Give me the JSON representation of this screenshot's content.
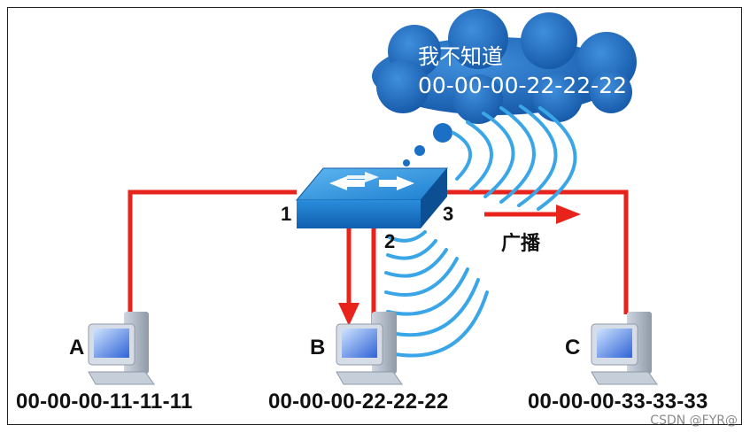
{
  "cloud": {
    "line1": "我不知道",
    "line2": "00-00-00-22-22-22"
  },
  "ports": {
    "p1": "1",
    "p2": "2",
    "p3": "3"
  },
  "broadcast_label": "广播",
  "hosts": [
    {
      "letter": "A",
      "mac": "00-00-00-11-11-11"
    },
    {
      "letter": "B",
      "mac": "00-00-00-22-22-22"
    },
    {
      "letter": "C",
      "mac": "00-00-00-33-33-33"
    }
  ],
  "watermark": "CSDN @FYR@",
  "colors": {
    "link": "#e8231b",
    "switch": "#1e88d2",
    "cloud": "#1b6fc4",
    "waves": "#3aa6e8"
  },
  "icons": [
    "switch-icon",
    "computer-icon",
    "cloud-bubble",
    "signal-waves",
    "arrow"
  ]
}
